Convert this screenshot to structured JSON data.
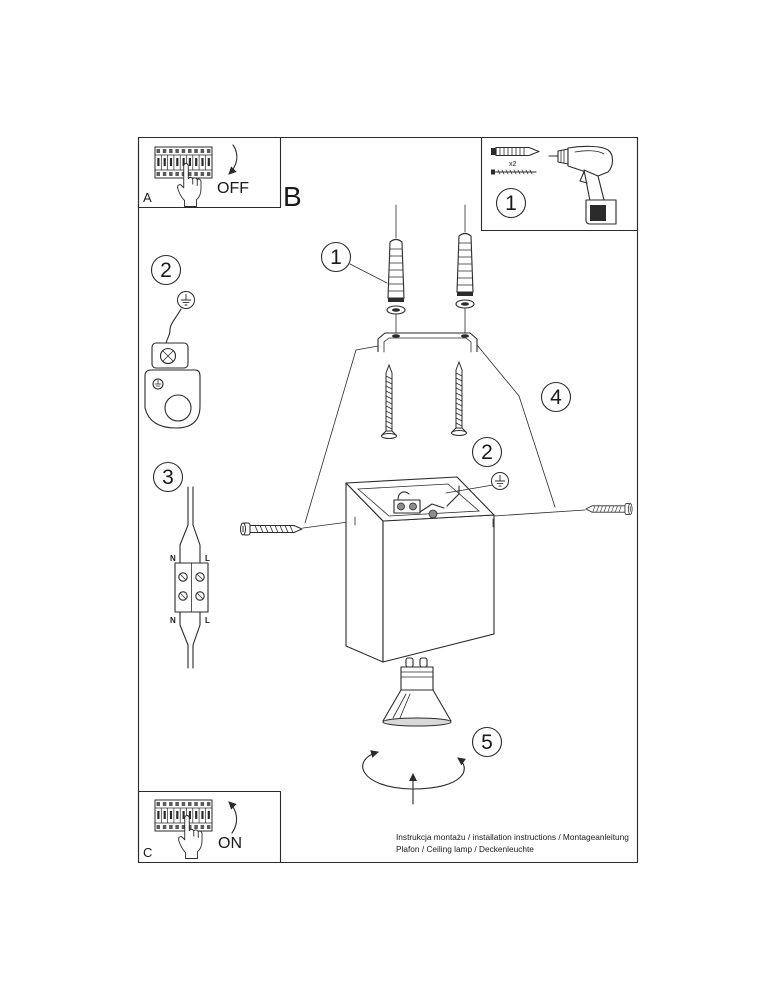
{
  "panel_a": {
    "letter": "A",
    "label": "OFF"
  },
  "section_b": {
    "letter": "B"
  },
  "tools_panel": {
    "quantity": "x2",
    "step": "1"
  },
  "earth_step": {
    "number": "2"
  },
  "wiring_step": {
    "number": "3",
    "top_left": "N",
    "top_right": "L",
    "bottom_left": "N",
    "bottom_right": "L"
  },
  "mounting": {
    "plugs_step": "1",
    "screws_step": "4",
    "earth_step": "2"
  },
  "bulb_step": {
    "number": "5"
  },
  "panel_c": {
    "letter": "C",
    "label": "ON"
  },
  "footer": {
    "line1": "Instrukcja montażu / installation instructions / Montageanleitung",
    "line2": "Plafon / Ceiling lamp / Deckenleuchte"
  },
  "colors": {
    "line": "#2b2b2b",
    "text": "#1a1a1a",
    "background": "#ffffff"
  }
}
